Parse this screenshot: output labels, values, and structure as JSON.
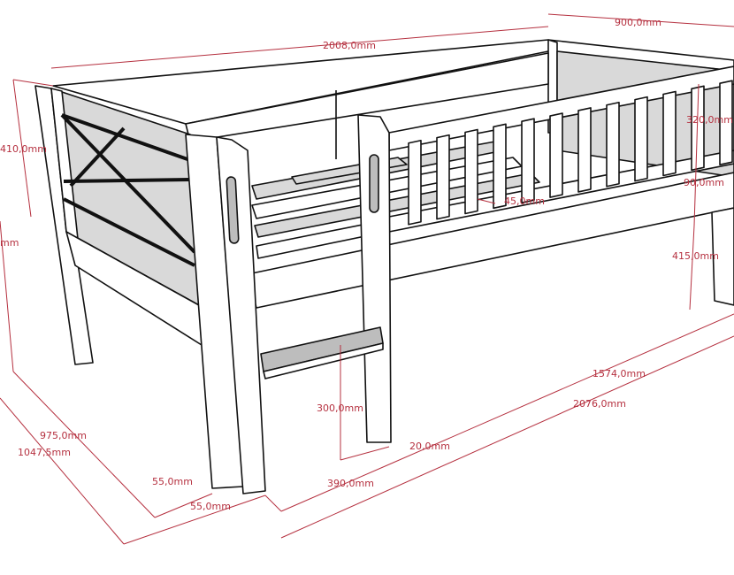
{
  "drawing": {
    "subject": "bed",
    "line_color": "#111111",
    "dimension_color": "#b5303f",
    "dimensions": {
      "length_top": "2008,0mm",
      "width_top": "900,0mm",
      "headboard_height": "410,0mm",
      "left_height_partial": "mm",
      "guard_height": "320,0mm",
      "rail_height": "90,0mm",
      "slat_gap": "45,0mm",
      "leg_height": "415,0mm",
      "width_975": "975,0mm",
      "width_1047": "1047,5mm",
      "post_a": "55,0mm",
      "post_b": "55,0mm",
      "ladder_step": "300,0mm",
      "ladder_thickness": "20,0mm",
      "ladder_width": "390,0mm",
      "guard_length": "1574,0mm",
      "total_length": "2076,0mm"
    }
  }
}
